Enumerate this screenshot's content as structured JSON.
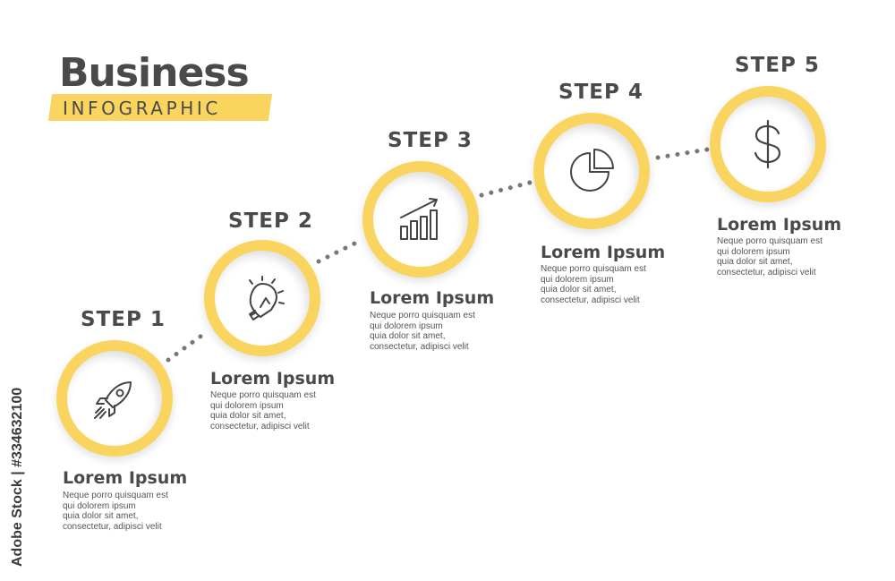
{
  "title": {
    "main": "Business",
    "sub": "INFOGRAPHIC"
  },
  "colors": {
    "accent": "#f9d560",
    "text": "#4a4a4a",
    "icon": "#444444",
    "dots": "#777777"
  },
  "steps": [
    {
      "label": "STEP 1",
      "icon": "rocket-icon",
      "heading": "Lorem Ipsum",
      "desc": [
        "Neque porro quisquam est",
        "qui dolorem ipsum",
        "quia dolor sit amet,",
        "consectetur, adipisci velit"
      ]
    },
    {
      "label": "STEP 2",
      "icon": "lightbulb-icon",
      "heading": "Lorem Ipsum",
      "desc": [
        "Neque porro quisquam est",
        "qui dolorem ipsum",
        "quia dolor sit amet,",
        "consectetur, adipisci velit"
      ]
    },
    {
      "label": "STEP 3",
      "icon": "growth-chart-icon",
      "heading": "Lorem Ipsum",
      "desc": [
        "Neque porro quisquam est",
        "qui dolorem ipsum",
        "quia dolor sit amet,",
        "consectetur, adipisci velit"
      ]
    },
    {
      "label": "STEP 4",
      "icon": "pie-chart-icon",
      "heading": "Lorem Ipsum",
      "desc": [
        "Neque porro quisquam est",
        "qui dolorem ipsum",
        "quia dolor sit amet,",
        "consectetur, adipisci velit"
      ]
    },
    {
      "label": "STEP 5",
      "icon": "dollar-icon",
      "heading": "Lorem Ipsum",
      "desc": [
        "Neque porro quisquam est",
        "qui dolorem ipsum",
        "quia dolor sit amet,",
        "consectetur, adipisci velit"
      ]
    }
  ],
  "watermark": "Adobe Stock | #334632100"
}
